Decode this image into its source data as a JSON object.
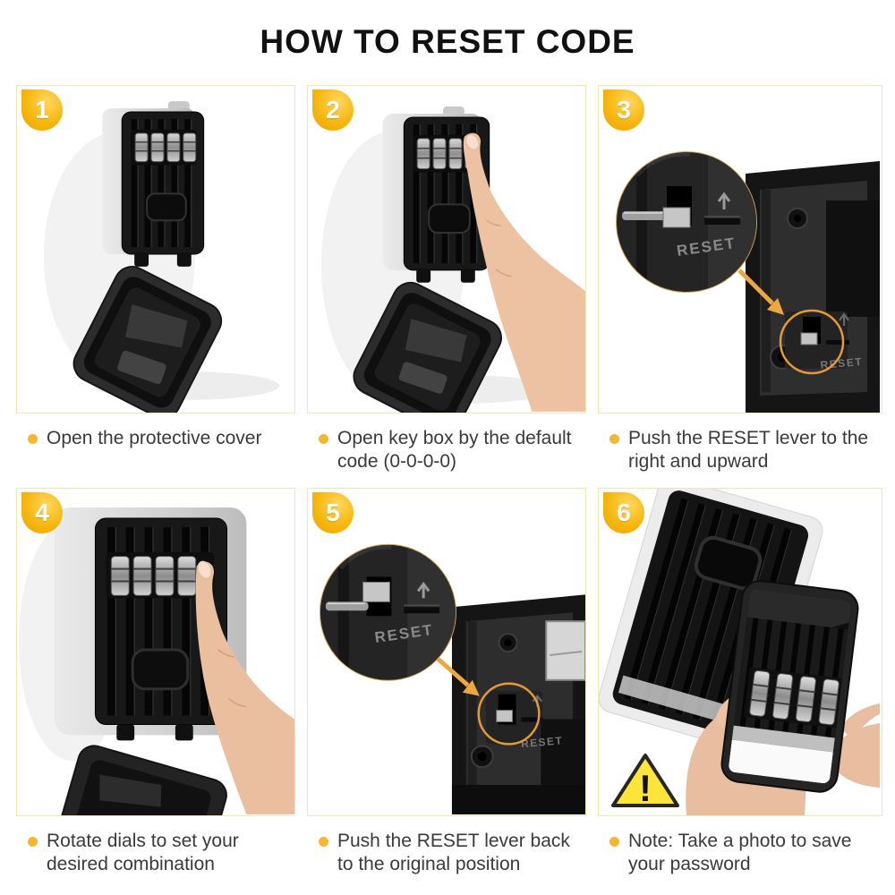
{
  "page": {
    "title": "HOW TO RESET CODE"
  },
  "colors": {
    "badge_yellow": "#F5B712",
    "bullet_yellow": "#F4B731",
    "panel_border": "#F0E6B6",
    "highlight_orange": "#E8A13C",
    "warning_yellow": "#FFE53A",
    "caption_text": "#3A3A3A",
    "title_text": "#111111"
  },
  "steps": [
    {
      "number": "1",
      "caption": "Open the protective cover"
    },
    {
      "number": "2",
      "caption": "Open key box by the default code (0-0-0-0)"
    },
    {
      "number": "3",
      "caption": "Push the RESET lever to the right and upward",
      "image_text": {
        "magnifier_label": "RESET",
        "panel_label": "RESET"
      }
    },
    {
      "number": "4",
      "caption": "Rotate dials to set your desired combination"
    },
    {
      "number": "5",
      "caption": "Push the RESET lever back to the original position",
      "image_text": {
        "magnifier_label": "RESET",
        "panel_label": "RESET"
      }
    },
    {
      "number": "6",
      "caption": "Note: Take a photo to save your password",
      "image_text": {
        "warning_mark": "!"
      }
    }
  ]
}
